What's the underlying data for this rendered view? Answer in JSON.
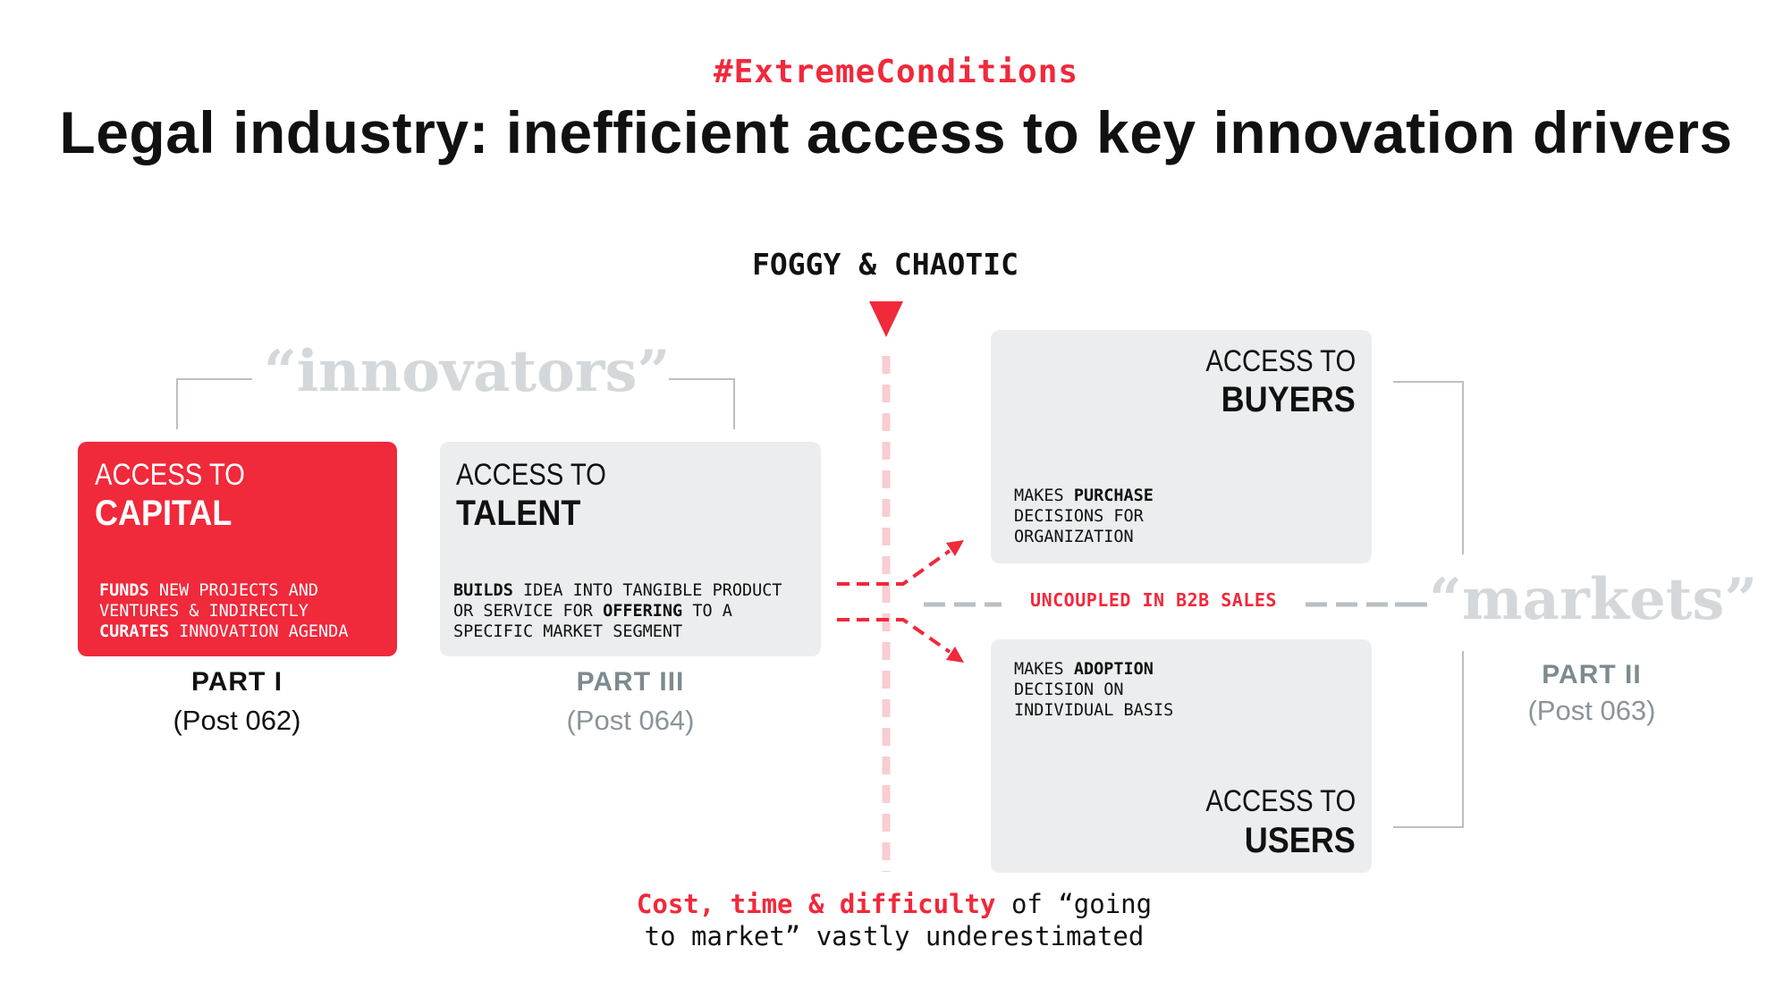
{
  "header": {
    "hashtag": "#ExtremeConditions",
    "title": "Legal industry: inefficient access to key innovation drivers"
  },
  "center": {
    "foggy_label": "FOGGY & CHAOTIC",
    "uncoupled_label": "UNCOUPLED IN B2B SALES"
  },
  "groups": {
    "innovators": "“innovators”",
    "markets": "“markets”"
  },
  "cards": {
    "capital": {
      "access": "ACCESS TO",
      "name": "CAPITAL",
      "line1_bold": "FUNDS",
      "line1_rest": " NEW PROJECTS AND",
      "line2": "VENTURES & INDIRECTLY",
      "line3_bold": "CURATES",
      "line3_rest": " INNOVATION AGENDA"
    },
    "talent": {
      "access": "ACCESS TO",
      "name": "TALENT",
      "line1_bold": "BUILDS",
      "line1_rest": " IDEA INTO TANGIBLE PRODUCT",
      "line2_pre": "OR SERVICE FOR ",
      "line2_bold": "OFFERING",
      "line2_post": " TO A",
      "line3": "SPECIFIC MARKET SEGMENT"
    },
    "buyers": {
      "access": "ACCESS TO",
      "name": "BUYERS",
      "line1_pre": "MAKES ",
      "line1_bold": "PURCHASE",
      "line2": "DECISIONS FOR",
      "line3": "ORGANIZATION"
    },
    "users": {
      "access": "ACCESS TO",
      "name": "USERS",
      "line1_pre": "MAKES ",
      "line1_bold": "ADOPTION",
      "line2": "DECISION ON",
      "line3": "INDIVIDUAL BASIS"
    }
  },
  "parts": {
    "part1": {
      "label": "PART I",
      "post": "(Post 062)"
    },
    "part3": {
      "label": "PART III",
      "post": "(Post 064)"
    },
    "part2": {
      "label": "PART II",
      "post": "(Post 063)"
    }
  },
  "footer": {
    "highlight": "Cost, time & difficulty",
    "rest1": " of “going",
    "line2": "to market” vastly underestimated"
  },
  "colors": {
    "accent_red": "#f0293b",
    "card_grey": "#ecedee",
    "faded_grey": "#d4d8da",
    "muted_text": "#7d8a90"
  }
}
